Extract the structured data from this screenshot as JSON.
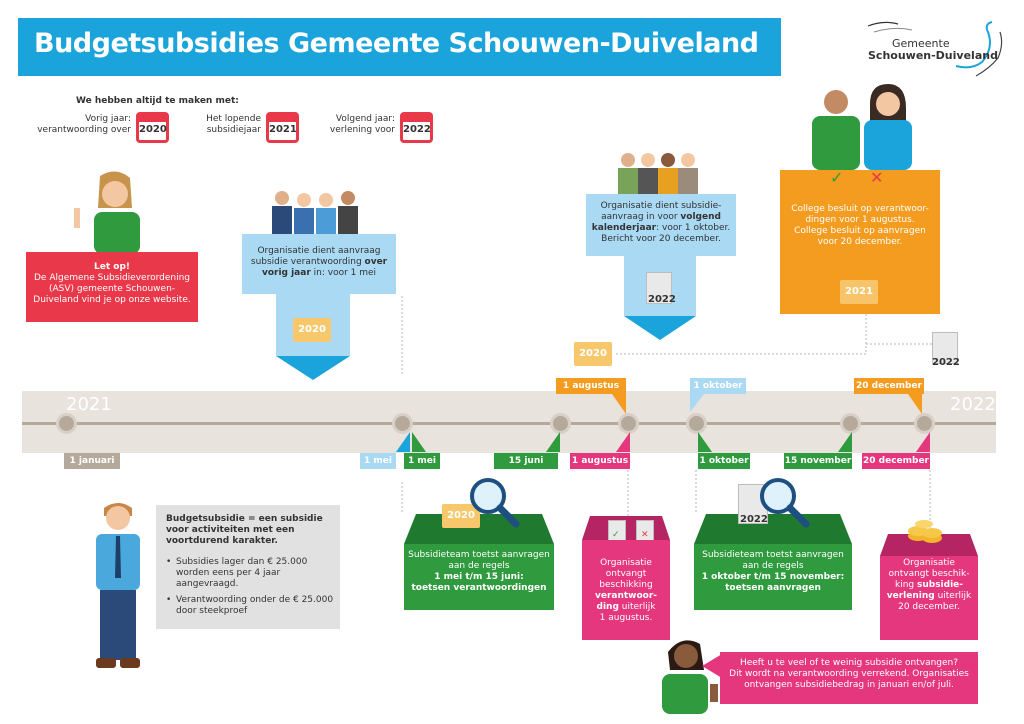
{
  "title": "Budgetsubsidies Gemeente Schouwen-Duiveland",
  "logo": {
    "line1": "Gemeente",
    "line2": "Schouwen-Duiveland"
  },
  "intro": {
    "heading": "We hebben altijd te maken met:",
    "items": [
      {
        "label1": "Vorig jaar:",
        "label2": "verantwoording over",
        "year": "2020"
      },
      {
        "label1": "Het lopende",
        "label2": "subsidiejaar",
        "year": "2021"
      },
      {
        "label1": "Volgend jaar:",
        "label2": "verlening voor",
        "year": "2022"
      }
    ]
  },
  "letop": {
    "title": "Let op!",
    "line1": "De Algemene Subsidieverordening",
    "line2": "(ASV) gemeente Schouwen-",
    "line3": "Duiveland vind je op onze website."
  },
  "box_verantwoording": {
    "line1": "Organisatie dient aanvraag",
    "line2a": "subsidie verantwoording ",
    "line2b": "over",
    "line3a": "vorig jaar",
    "line3b": " in: voor 1 mei",
    "year": "2020"
  },
  "box_aanvraag": {
    "line1": "Organisatie dient subsidie-",
    "line2a": "aanvraag in voor ",
    "line2b": "volgend",
    "line3a": "kalenderjaar",
    "line3b": ": voor 1 oktober.",
    "line4": "Bericht voor 20 december.",
    "year": "2022"
  },
  "box_college": {
    "line1": "College besluit op verantwoor-",
    "line2": "dingen voor 1 augustus.",
    "line3": "College besluit op aanvragen",
    "line4": "voor 20 december.",
    "year": "2021",
    "check": "✓",
    "cross": "✕"
  },
  "timeline": {
    "year_start": "2021",
    "year_end": "2022",
    "folder_2020": "2020",
    "doc_2022": "2022",
    "above_tags": [
      "1 augustus",
      "1 oktober",
      "20 december"
    ],
    "below_tags": [
      "1 januari",
      "1 mei",
      "1 mei",
      "15 juni",
      "1 augustus",
      "1 oktober",
      "15 november",
      "20 december"
    ]
  },
  "definition": {
    "heading": "Budgetsubsidie = een subsidie voor activiteiten met een voortdurend karakter.",
    "bullet1": "Subsidies lager dan € 25.000 worden eens per 4 jaar aangevraagd.",
    "bullet2": "Verantwoording onder de € 25.000 door steekproef"
  },
  "toets1": {
    "line1": "Subsidieteam toetst aanvragen",
    "line2": "aan de regels",
    "line3": "1 mei t/m 15 juni:",
    "line4": "toetsen verantwoordingen",
    "year": "2020"
  },
  "beschikking1": {
    "line1": "Organisatie",
    "line2": "ontvangt",
    "line3": "beschikking",
    "line4": "verantwoor-",
    "line5": "ding",
    "line5b": " uiterlijk",
    "line6": "1 augustus."
  },
  "toets2": {
    "line1": "Subsidieteam toetst aanvragen",
    "line2": "aan de regels",
    "line3": "1 oktober t/m 15 november:",
    "line4": "toetsen aanvragen",
    "year": "2022"
  },
  "beschikking2": {
    "line1": "Organisatie",
    "line2": "ontvangt beschik-",
    "line3a": "king ",
    "line3b": "subsidie-",
    "line4a": "verlening",
    "line4b": " uiterlijk",
    "line5": "20 december."
  },
  "question": {
    "line1": "Heeft u te veel of te weinig subsidie ontvangen?",
    "line2": "Dit wordt na verantwoording verrekend. Organisaties",
    "line3": "ontvangen subsidiebedrag in januari en/of juli."
  },
  "colors": {
    "blue": "#1ba3db",
    "lightblue": "#a9d9f3",
    "red": "#e8384a",
    "orange": "#f39c1f",
    "green": "#2f9a3e",
    "pink": "#e5377e",
    "grey": "#e1e1e1",
    "band": "#e8e3dc"
  },
  "icons": [
    "calendar-icon",
    "folder-icon",
    "document-icon",
    "magnifier-icon",
    "coins-icon",
    "check-icon",
    "cross-icon"
  ]
}
